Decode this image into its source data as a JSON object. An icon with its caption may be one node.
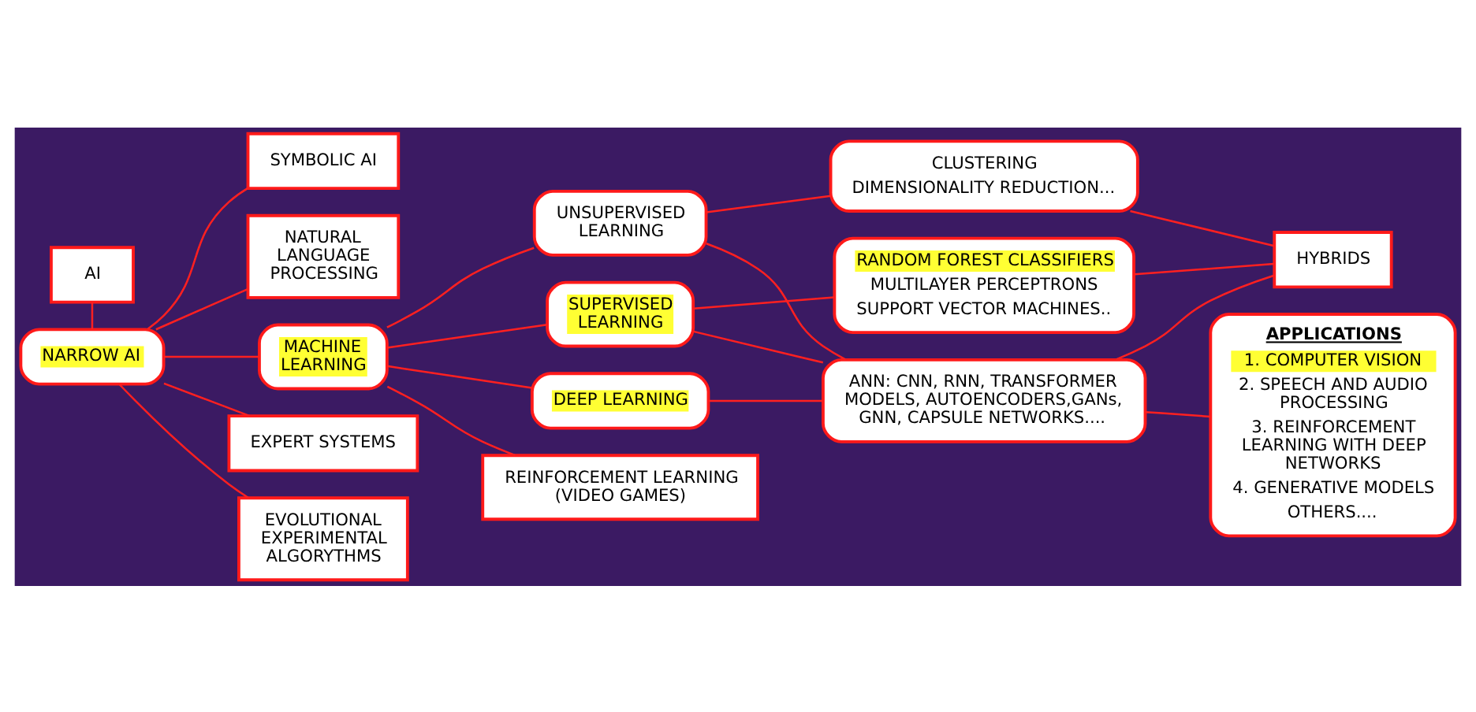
{
  "diagram": {
    "nodes": [
      {
        "text": [
          "AI"
        ]
      },
      {
        "text": [
          "NARROW AI"
        ]
      },
      {
        "text": [
          "SYMBOLIC AI"
        ]
      },
      {
        "text": [
          "NATURAL LANGUAGE PROCESSING"
        ]
      },
      {
        "text": [
          "MACHINE LEARNING"
        ]
      },
      {
        "text": [
          "EXPERT SYSTEMS"
        ]
      },
      {
        "text": [
          "EVOLUTIONAL EXPERIMENTAL ALGORYTHMS"
        ]
      },
      {
        "text": [
          "SUPERVISED LEARNING"
        ]
      },
      {
        "text": [
          "UNSUPERVISED LEARNING"
        ]
      },
      {
        "text": [
          "DEEP LEARNING"
        ]
      },
      {
        "text": [
          "REINFORCEMENT LEARNING (VIDEO GAMES)"
        ]
      },
      {
        "text": [
          "RANDOM FOREST CLASSIFIERS",
          "MULTILAYER PERCEPTRONS",
          "SUPPORT VECTOR MACHINES.."
        ]
      },
      {
        "text": [
          "CLUSTERING",
          "DIMENSIONALITY REDUCTION..."
        ]
      },
      {
        "text": [
          "ANN: CNN, RNN, TRANSFORMER MODELS, AUTOENCODERS,GANs, GNN, CAPSULE NETWORKS...."
        ]
      },
      {
        "text": [
          "HYBRIDS"
        ]
      },
      {
        "text": [
          "APPLICATIONS",
          "1. COMPUTER VISION",
          "2. SPEECH AND AUDIO PROCESSING",
          "3. REINFORCEMENT LEARNING WITH DEEP NETWORKS",
          "4. GENERATIVE MODELS",
          "OTHERS...."
        ]
      }
    ],
    "edges": [
      {
        "from": 0,
        "to": 1,
        "arrow": "none"
      },
      {
        "from": 1,
        "to": 2,
        "arrow": "none"
      },
      {
        "from": 1,
        "to": 3,
        "arrow": "none"
      },
      {
        "from": 1,
        "to": 4,
        "arrow": "none"
      },
      {
        "from": 1,
        "to": 5,
        "arrow": "none"
      },
      {
        "from": 1,
        "to": 6,
        "arrow": "none"
      },
      {
        "from": 4,
        "to": 7,
        "arrow": "none"
      },
      {
        "from": 4,
        "to": 8,
        "arrow": "none"
      },
      {
        "from": 4,
        "to": 9,
        "arrow": "none"
      },
      {
        "from": 4,
        "to": 10,
        "arrow": "none"
      },
      {
        "from": 7,
        "to": 11,
        "arrow": "none"
      },
      {
        "from": 8,
        "to": 12,
        "arrow": "none"
      },
      {
        "from": 7,
        "to": 13,
        "arrow": "none"
      },
      {
        "from": 8,
        "to": 13,
        "arrow": "none"
      },
      {
        "from": 9,
        "to": 13,
        "arrow": "none"
      },
      {
        "from": 11,
        "to": 14,
        "arrow": "none"
      },
      {
        "from": 12,
        "to": 14,
        "arrow": "none"
      },
      {
        "from": 13,
        "to": 14,
        "arrow": "none"
      },
      {
        "from": 13,
        "to": 15,
        "arrow": "none"
      }
    ]
  }
}
